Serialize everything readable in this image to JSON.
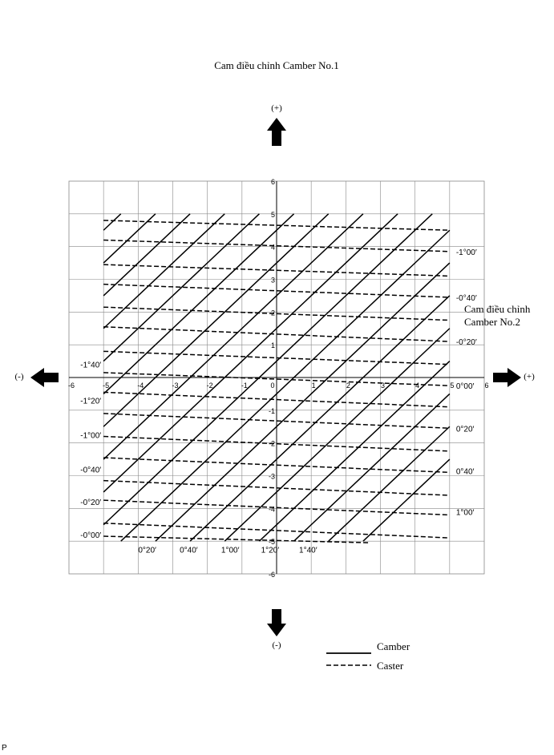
{
  "chart_data": {
    "type": "line",
    "title": "Cam điều chỉnh Camber No.1",
    "right_label": [
      "Cam điều chỉnh",
      "Camber No.2"
    ],
    "arrows": {
      "up": "(+)",
      "down": "(-)",
      "left": "(-)",
      "right": "(+)"
    },
    "xlim": [
      -6,
      6
    ],
    "ylim": [
      -6,
      6
    ],
    "grid": true,
    "x_ticks": [
      "-6",
      "-5",
      "-4",
      "-3",
      "-2",
      "-1",
      "0",
      "1",
      "2",
      "3",
      "4",
      "5",
      "6"
    ],
    "y_ticks": [
      "6",
      "5",
      "4",
      "3",
      "2",
      "1",
      "0",
      "-1",
      "-2",
      "-3",
      "-4",
      "-5",
      "-6"
    ],
    "camber_series": {
      "name": "Camber",
      "slope": 1.0,
      "intercepts": [
        9.5,
        8.5,
        7.5,
        6.5,
        5.5,
        4.5,
        3.5,
        2.5,
        1.5,
        0.5,
        -0.5,
        -1.5,
        -2.5,
        -3.5,
        -4.5,
        -5.5,
        -6.5,
        -7.5
      ],
      "x_range": [
        -5,
        5
      ],
      "y_range": [
        -5,
        5
      ],
      "labels": [
        {
          "text": "0°20′",
          "x": -4.0,
          "y": -5.25
        },
        {
          "text": "0°40′",
          "x": -2.8,
          "y": -5.25
        },
        {
          "text": "1°00′",
          "x": -1.6,
          "y": -5.25
        },
        {
          "text": "1°20′",
          "x": -0.45,
          "y": -5.25
        },
        {
          "text": "1°40′",
          "x": 0.65,
          "y": -5.25
        }
      ]
    },
    "caster_series": {
      "name": "Caster",
      "lines": [
        {
          "x": [
            -5,
            5
          ],
          "y": [
            4.8,
            4.5
          ]
        },
        {
          "x": [
            -5,
            5
          ],
          "y": [
            4.2,
            3.85
          ]
        },
        {
          "x": [
            -5,
            5
          ],
          "y": [
            3.45,
            3.1
          ]
        },
        {
          "x": [
            -5,
            5
          ],
          "y": [
            2.85,
            2.45
          ]
        },
        {
          "x": [
            -5,
            5
          ],
          "y": [
            2.15,
            1.75
          ]
        },
        {
          "x": [
            -5,
            5
          ],
          "y": [
            1.55,
            1.1
          ]
        },
        {
          "x": [
            -5,
            5
          ],
          "y": [
            0.8,
            0.4
          ]
        },
        {
          "x": [
            -5,
            5
          ],
          "y": [
            0.15,
            -0.25
          ]
        },
        {
          "x": [
            -5,
            5
          ],
          "y": [
            -0.45,
            -0.9
          ]
        },
        {
          "x": [
            -5,
            5
          ],
          "y": [
            -1.1,
            -1.55
          ]
        },
        {
          "x": [
            -5,
            5
          ],
          "y": [
            -1.8,
            -2.25
          ]
        },
        {
          "x": [
            -5,
            5
          ],
          "y": [
            -2.45,
            -2.9
          ]
        },
        {
          "x": [
            -5,
            5
          ],
          "y": [
            -3.15,
            -3.6
          ]
        },
        {
          "x": [
            -5,
            5
          ],
          "y": [
            -3.75,
            -4.2
          ]
        },
        {
          "x": [
            -5,
            5
          ],
          "y": [
            -4.45,
            -4.9
          ]
        },
        {
          "x": [
            -5,
            2.7
          ],
          "y": [
            -4.85,
            -5.05
          ]
        }
      ],
      "labels_right": [
        {
          "text": "-1°00′",
          "y": 3.85
        },
        {
          "text": "-0°40′",
          "y": 2.45
        },
        {
          "text": "-0°20′",
          "y": 1.1
        },
        {
          "text": "0°00′",
          "y": -0.25
        },
        {
          "text": "0°20′",
          "y": -1.55
        },
        {
          "text": "0°40′",
          "y": -2.85
        },
        {
          "text": "1°00′",
          "y": -4.1
        }
      ],
      "labels_left": [
        {
          "text": "-1°40′",
          "y": 0.4
        },
        {
          "text": "-1°20′",
          "y": -0.7
        },
        {
          "text": "-1°00′",
          "y": -1.75
        },
        {
          "text": "-0°40′",
          "y": -2.8
        },
        {
          "text": "-0°20′",
          "y": -3.8
        },
        {
          "text": "-0°00′",
          "y": -4.8
        }
      ]
    },
    "legend": [
      {
        "name": "Camber",
        "style": "solid"
      },
      {
        "name": "Caster",
        "style": "dashed"
      }
    ],
    "legend_position": "bottom-right"
  },
  "footer_mark": "P",
  "colors": {
    "ink": "#000000",
    "grid": "#888888",
    "background": "#ffffff"
  }
}
